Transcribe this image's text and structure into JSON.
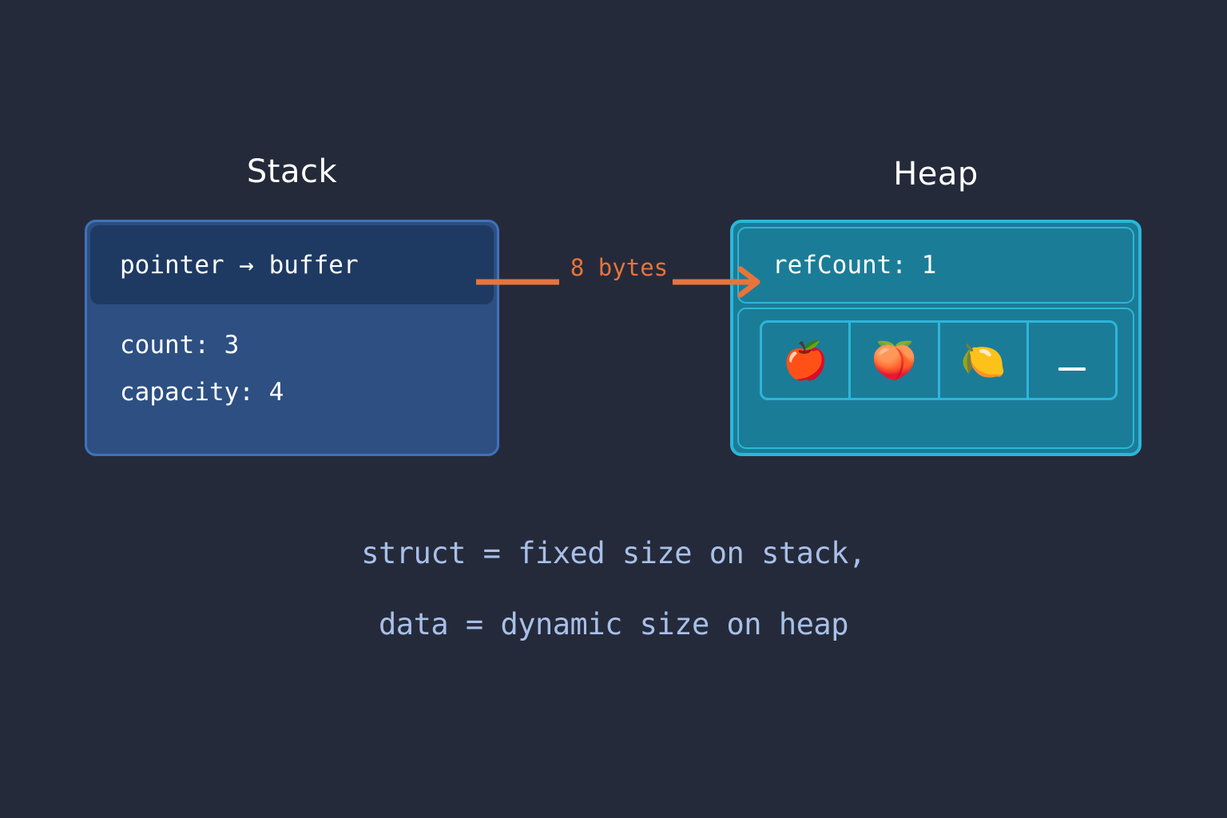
{
  "background_color": "#252a3a",
  "stack": {
    "title": "Stack",
    "box_fill": "#2d4f82",
    "box_border": "#3f72ba",
    "pointer_row": {
      "label": "pointer → buffer"
    },
    "fields": [
      {
        "label": "count: 3"
      },
      {
        "label": "capacity: 4"
      }
    ]
  },
  "heap": {
    "title": "Heap",
    "box_fill": "#1b7c98",
    "box_border": "#2cb6d8",
    "refcount_row": {
      "label": "refCount: 1"
    },
    "buffer_slots": [
      {
        "glyph": "🍎",
        "name": "apple",
        "empty": false
      },
      {
        "glyph": "🍑",
        "name": "peach",
        "empty": false
      },
      {
        "glyph": "🍋",
        "name": "lemon",
        "empty": false
      },
      {
        "glyph": "",
        "name": "empty-slot",
        "empty": true
      }
    ]
  },
  "connector": {
    "label": "8 bytes",
    "color": "#e8743a"
  },
  "caption": {
    "line1": "struct = fixed size on stack,",
    "line2": "data = dynamic size on heap",
    "color": "#a8c0e8"
  }
}
